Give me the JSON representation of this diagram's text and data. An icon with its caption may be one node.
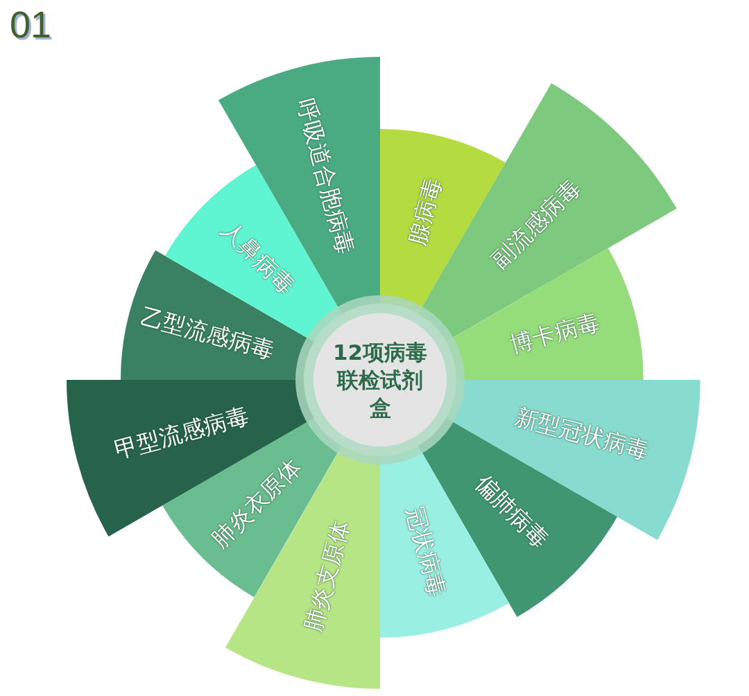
{
  "diagram": {
    "title": "01",
    "nodes": [
      {
        "text": [
          "12项病毒联检试剂盒"
        ]
      },
      {
        "text": [
          "腺病毒"
        ]
      },
      {
        "text": [
          "副流感病毒"
        ]
      },
      {
        "text": [
          "博卡病毒"
        ]
      },
      {
        "text": [
          "新型冠状病毒"
        ]
      },
      {
        "text": [
          "偏肺病毒"
        ]
      },
      {
        "text": [
          "冠状病毒"
        ]
      },
      {
        "text": [
          "肺炎支原体"
        ]
      },
      {
        "text": [
          "肺炎衣原体"
        ]
      },
      {
        "text": [
          "甲型流感病毒"
        ]
      },
      {
        "text": [
          "乙型流感病毒"
        ]
      },
      {
        "text": [
          "人鼻病毒"
        ]
      },
      {
        "text": [
          "呼吸道合胞病毒"
        ]
      }
    ]
  }
}
